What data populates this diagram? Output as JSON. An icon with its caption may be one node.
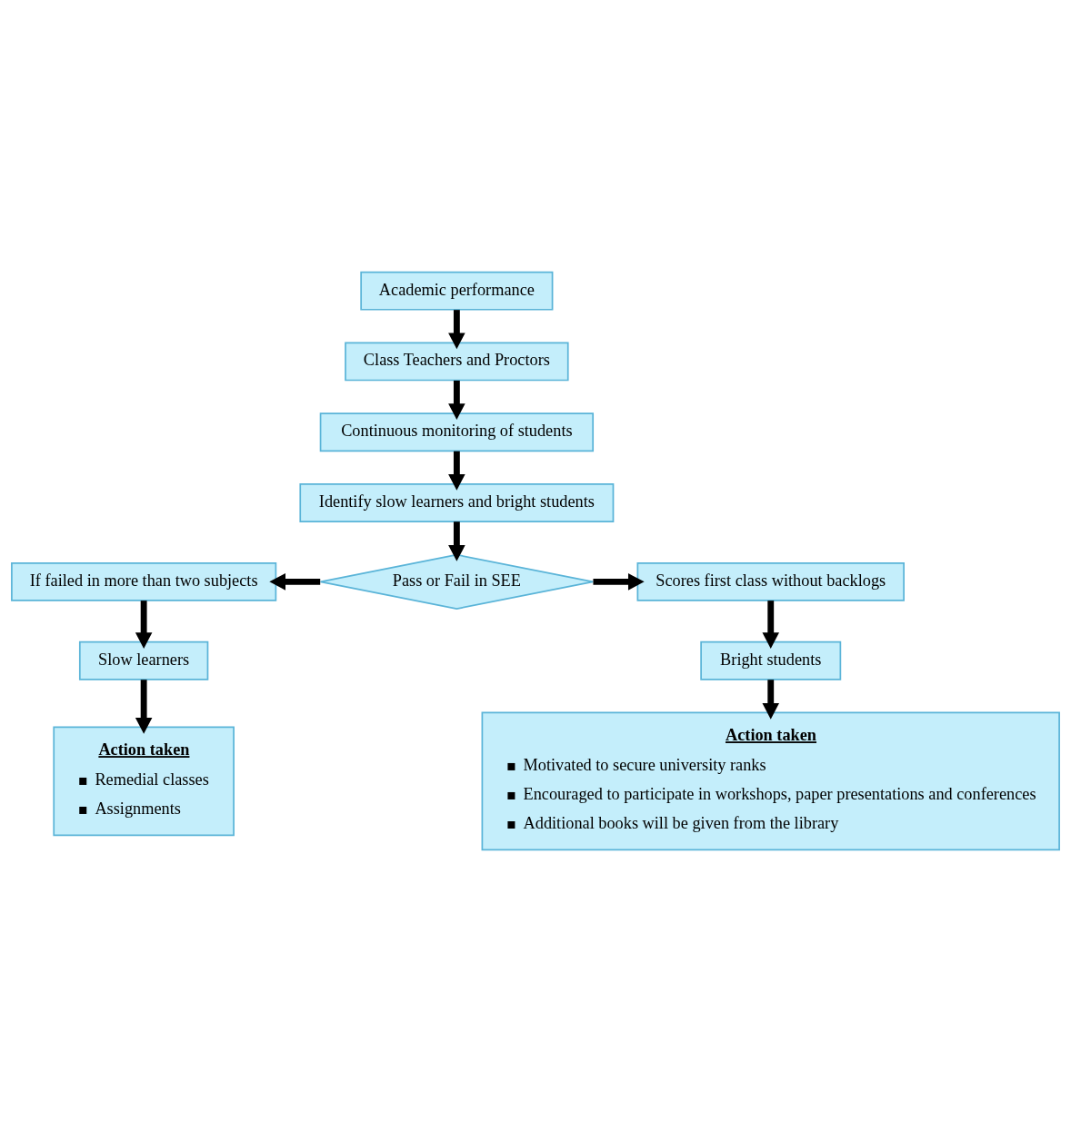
{
  "diagram": {
    "nodes": [
      {
        "text": [
          "Academic performance"
        ]
      },
      {
        "text": [
          "Class Teachers and Proctors"
        ]
      },
      {
        "text": [
          "Continuous monitoring of students"
        ]
      },
      {
        "text": [
          "Identify slow learners and bright students"
        ]
      },
      {
        "text": [
          "Pass or Fail in SEE"
        ]
      },
      {
        "text": [
          "If failed in more than two subjects"
        ]
      },
      {
        "text": [
          "Scores first class without backlogs"
        ]
      },
      {
        "text": [
          "Slow learners"
        ]
      },
      {
        "text": [
          "Bright students"
        ]
      },
      {
        "text": [
          "Action taken",
          "Remedial classes",
          "Assignments"
        ]
      },
      {
        "text": [
          "Action taken",
          "Motivated to secure university ranks",
          "Encouraged to participate in workshops, paper presentations and conferences",
          "Additional books will be given from the library"
        ]
      }
    ],
    "edges": [
      {
        "from": 0,
        "to": 1,
        "arrow": "to"
      },
      {
        "from": 1,
        "to": 2,
        "arrow": "to"
      },
      {
        "from": 2,
        "to": 3,
        "arrow": "to"
      },
      {
        "from": 3,
        "to": 4,
        "arrow": "to"
      },
      {
        "from": 4,
        "to": 5,
        "arrow": "to"
      },
      {
        "from": 4,
        "to": 6,
        "arrow": "to"
      },
      {
        "from": 5,
        "to": 7,
        "arrow": "to"
      },
      {
        "from": 7,
        "to": 9,
        "arrow": "to"
      },
      {
        "from": 6,
        "to": 8,
        "arrow": "to"
      },
      {
        "from": 8,
        "to": 10,
        "arrow": "to"
      }
    ]
  }
}
